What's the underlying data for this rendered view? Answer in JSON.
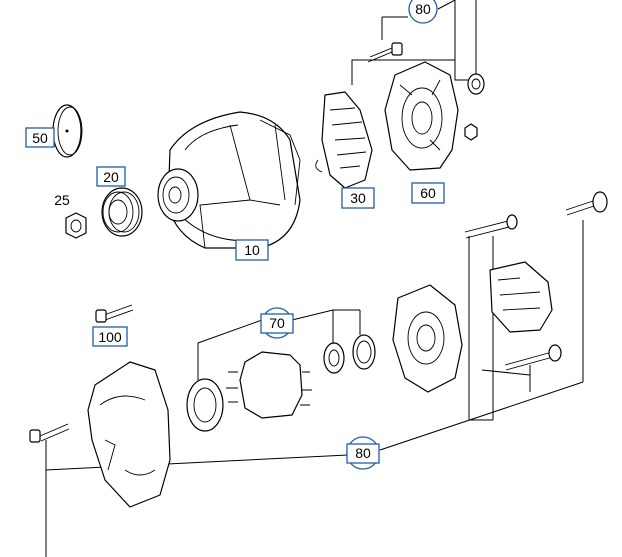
{
  "callouts": {
    "c80_top": "80",
    "c50": "50",
    "c20": "20",
    "c25": "25",
    "c10": "10",
    "c30": "30",
    "c60": "60",
    "c100": "100",
    "c70": "70",
    "c80_bottom": "80"
  },
  "colors": {
    "callout_border": "#1f5fa8",
    "line": "#000000",
    "background": "#ffffff"
  }
}
